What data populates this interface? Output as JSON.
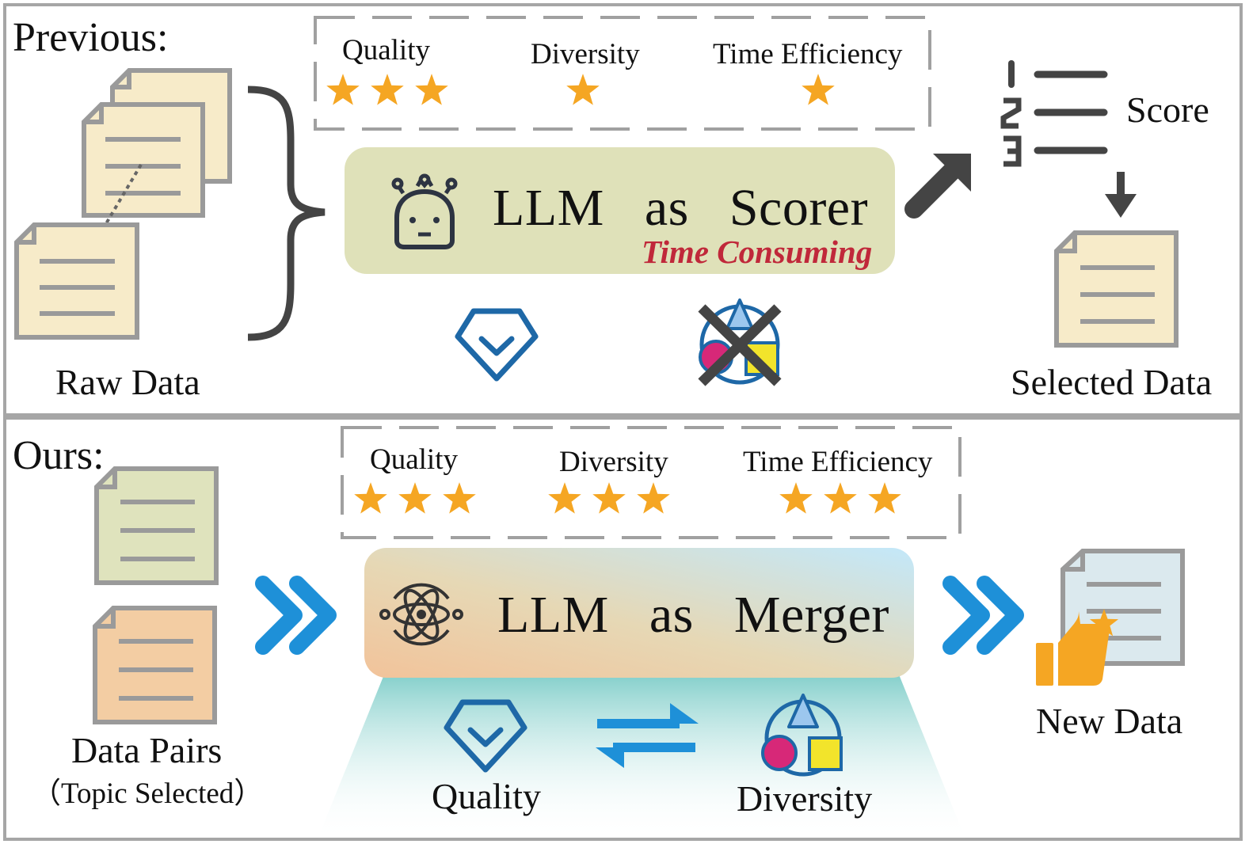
{
  "previous": {
    "heading": "Previous:",
    "metrics": [
      {
        "label": "Quality",
        "stars": 3
      },
      {
        "label": "Diversity",
        "stars": 1
      },
      {
        "label": "Time Efficiency",
        "stars": 1
      }
    ],
    "model": {
      "prefix": "LLM",
      "connector": "as",
      "role": "Scorer",
      "note": "Time Consuming"
    },
    "input_label": "Raw Data",
    "score_label": "Score",
    "output_label": "Selected Data"
  },
  "ours": {
    "heading": "Ours:",
    "metrics": [
      {
        "label": "Quality",
        "stars": 3
      },
      {
        "label": "Diversity",
        "stars": 3
      },
      {
        "label": "Time Efficiency",
        "stars": 3
      }
    ],
    "model": {
      "prefix": "LLM",
      "connector": "as",
      "role": "Merger"
    },
    "input_label": "Data Pairs",
    "input_sublabel": "（Topic Selected）",
    "output_label": "New Data",
    "tradeoff": {
      "left": "Quality",
      "right": "Diversity"
    }
  },
  "colors": {
    "star": "#f5a623",
    "doc_cream": "#f7ebc9",
    "doc_green": "#dfe3bd",
    "doc_orange": "#f3cda3",
    "doc_blue": "#dbe9ee",
    "scorer_box": "#dfe1b9",
    "accent_blue": "#1e90d8",
    "warning_red": "#c0283a",
    "cross": "#444444"
  }
}
